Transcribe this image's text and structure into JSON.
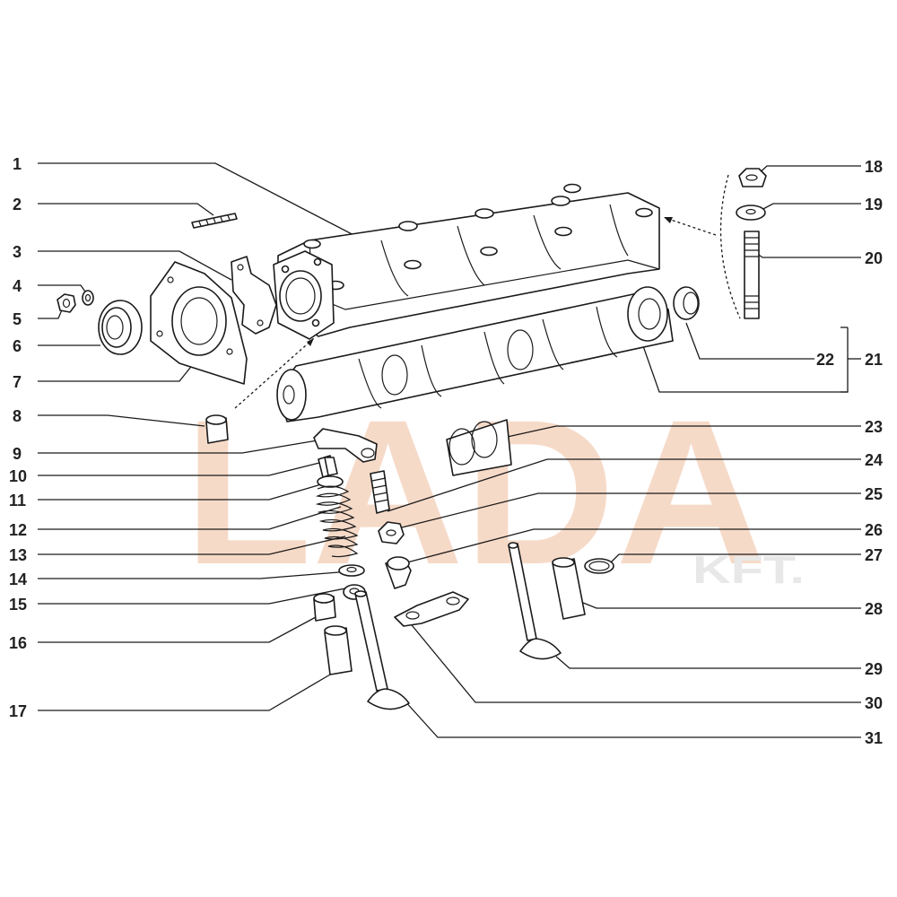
{
  "watermark": {
    "brand": "LADA",
    "suffix": "KFT."
  },
  "callouts": {
    "c1": "1",
    "c2": "2",
    "c3": "3",
    "c4": "4",
    "c5": "5",
    "c6": "6",
    "c7": "7",
    "c8": "8",
    "c9": "9",
    "c10": "10",
    "c11": "11",
    "c12": "12",
    "c13": "13",
    "c14": "14",
    "c15": "15",
    "c16": "16",
    "c17": "17",
    "c18": "18",
    "c19": "19",
    "c20": "20",
    "c21": "21",
    "c22": "22",
    "c23": "23",
    "c24": "24",
    "c25": "25",
    "c26": "26",
    "c27": "27",
    "c28": "28",
    "c29": "29",
    "c30": "30",
    "c31": "31"
  }
}
